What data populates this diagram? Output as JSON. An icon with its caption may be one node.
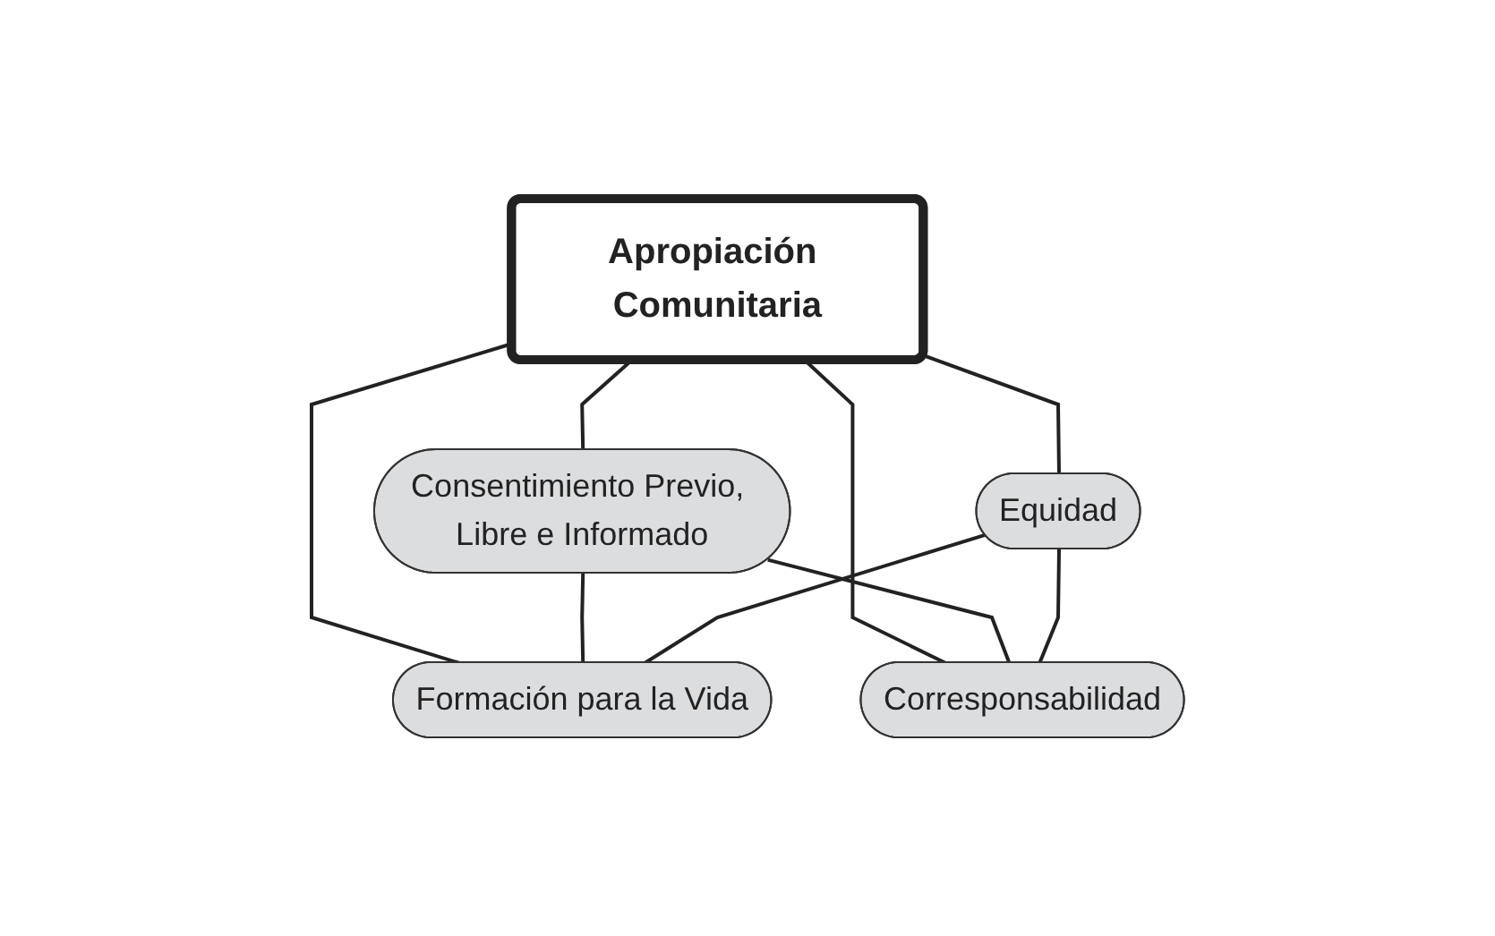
{
  "diagram": {
    "nodes": [
      {
        "text": [
          "Consentimiento Previo, Libre e Informado"
        ]
      },
      {
        "text": [
          "Formación para la Vida"
        ]
      },
      {
        "text": [
          "Apropiación Comunitaria"
        ]
      },
      {
        "text": [
          "Corresponsabilidad"
        ]
      },
      {
        "text": [
          "Equidad"
        ]
      }
    ],
    "edges": [
      {
        "from": 2,
        "to": 0,
        "arrow": "none"
      },
      {
        "from": 2,
        "to": 1,
        "arrow": "none"
      },
      {
        "from": 2,
        "to": 3,
        "arrow": "none"
      },
      {
        "from": 2,
        "to": 4,
        "arrow": "none"
      },
      {
        "from": 0,
        "to": 1,
        "arrow": "none"
      },
      {
        "from": 0,
        "to": 3,
        "arrow": "none"
      },
      {
        "from": 4,
        "to": 1,
        "arrow": "none"
      },
      {
        "from": 4,
        "to": 3,
        "arrow": "none"
      }
    ]
  }
}
